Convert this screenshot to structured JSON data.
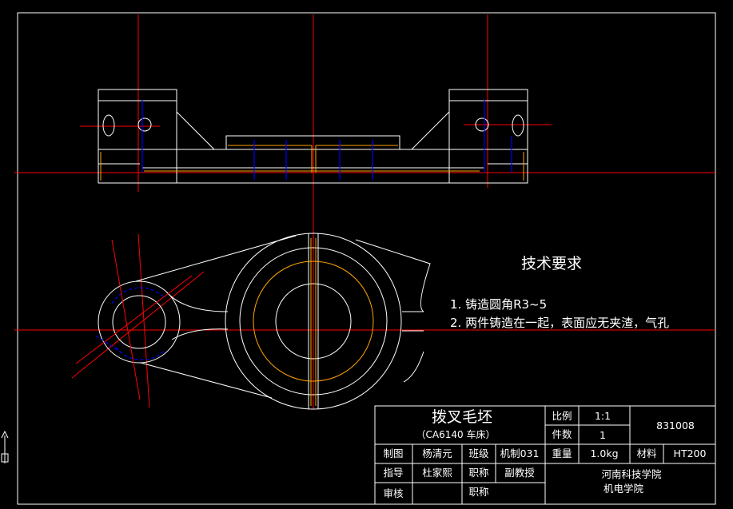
{
  "drawing": {
    "colors": {
      "background": "#000000",
      "outline": "#ffffff",
      "centerline": "#ff0000",
      "hidden": "#0000ff",
      "fillet": "#ffa500"
    }
  },
  "technical_requirements": {
    "title": "技术要求",
    "items": [
      "1. 铸造圆角R3~5",
      "2. 两件铸造在一起，表面应无夹渣，气孔"
    ]
  },
  "title_block": {
    "part_name": "拨叉毛坯",
    "machine": "（CA6140 车床）",
    "scale_label": "比例",
    "scale_value": "1:1",
    "quantity_label": "件数",
    "quantity_value": "1",
    "drawing_number": "831008",
    "drawn_label": "制图",
    "drawn_by": "杨清元",
    "class_label": "班级",
    "class_value": "机制031",
    "weight_label": "重量",
    "weight_value": "1.0kg",
    "material_label": "材料",
    "material_value": "HT200",
    "guide_label": "指导",
    "guide_name": "杜家熙",
    "title1_label": "职称",
    "title1_value": "副教授",
    "review_label": "审核",
    "title2_label": "职称",
    "school": "河南科技学院",
    "college": "机电学院"
  }
}
